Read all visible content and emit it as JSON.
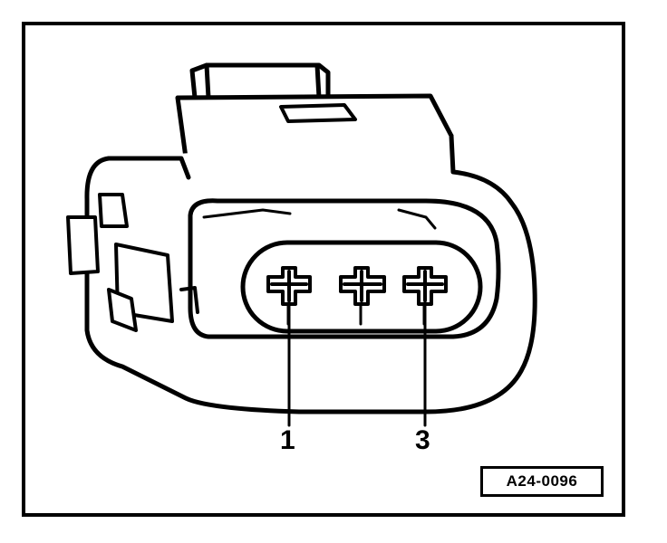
{
  "figure": {
    "pin_labels": [
      "1",
      "3"
    ],
    "reference_code": "A24-0096"
  }
}
